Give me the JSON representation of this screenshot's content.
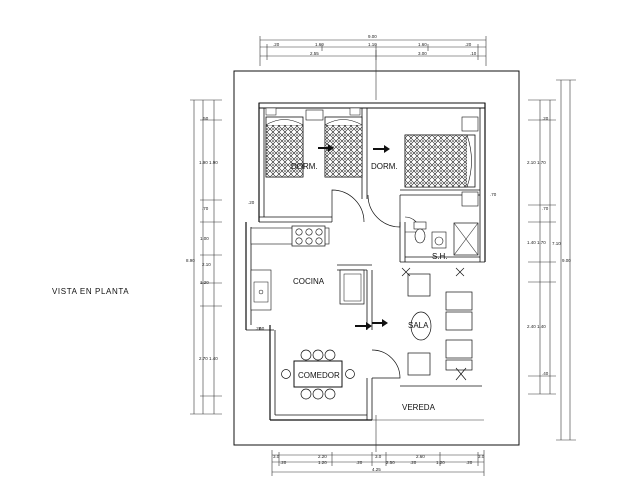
{
  "title": "VISTA EN PLANTA",
  "rooms": {
    "dorm1": "DORM.",
    "dorm2": "DORM.",
    "sh": "S.H.",
    "cocina": "COCINA",
    "sala": "SALA",
    "comedor": "COMEDOR",
    "vereda": "VEREDA"
  },
  "dimensions": {
    "top_total": "9.00",
    "top_row1": [
      ".20",
      "1.60",
      "1.10",
      "1.60",
      ".20"
    ],
    "top_row2": [
      "2.55",
      "3.00",
      ".10"
    ],
    "bottom_row1": [
      "3.0",
      "2.20",
      "3.0",
      "2.60",
      "3.0"
    ],
    "bottom_row2": [
      ".20",
      "1.20",
      ".20",
      "2.50",
      ".20",
      "1.20",
      ".20"
    ],
    "bottom_total": "4.25",
    "left_total": "8.90",
    "left": [
      ".50",
      "1.90 1.90",
      ".70",
      "1.00",
      "2.10",
      "1.20",
      "2.70 1.40"
    ],
    "right_total": "9.00",
    "right": [
      ".20",
      "2.10 1.70",
      ".70",
      "1.40 1.70",
      "2.40 1.40",
      ".40"
    ],
    "right_mid": "7.10",
    "small": [
      ".20",
      ".60",
      ".70",
      ".20"
    ]
  },
  "colors": {
    "lines": "#111111",
    "background": "#ffffff"
  }
}
